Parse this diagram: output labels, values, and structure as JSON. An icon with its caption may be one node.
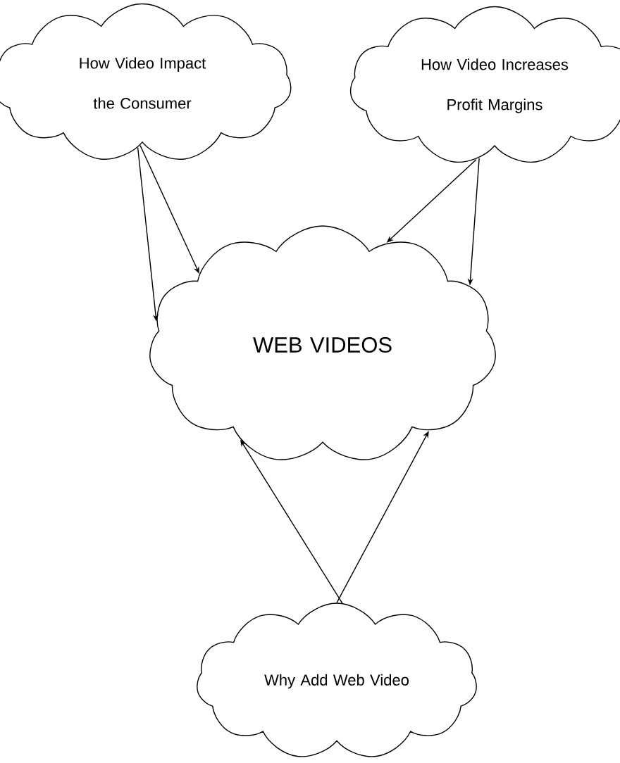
{
  "diagram": {
    "nodes": [
      {
        "text": [
          "How Video Impact the Consumer"
        ]
      },
      {
        "text": [
          "How Video Increases Profit Margins"
        ]
      },
      {
        "text": [
          "WEB VIDEOS"
        ]
      },
      {
        "text": [
          "Why Add Web Video"
        ]
      }
    ],
    "edges": [
      {
        "from": 0,
        "to": 2,
        "arrow": "to"
      },
      {
        "from": 0,
        "to": 2,
        "arrow": "to"
      },
      {
        "from": 1,
        "to": 2,
        "arrow": "to"
      },
      {
        "from": 1,
        "to": 2,
        "arrow": "to"
      },
      {
        "from": 3,
        "to": 2,
        "arrow": "to"
      },
      {
        "from": 3,
        "to": 2,
        "arrow": "to"
      }
    ]
  }
}
